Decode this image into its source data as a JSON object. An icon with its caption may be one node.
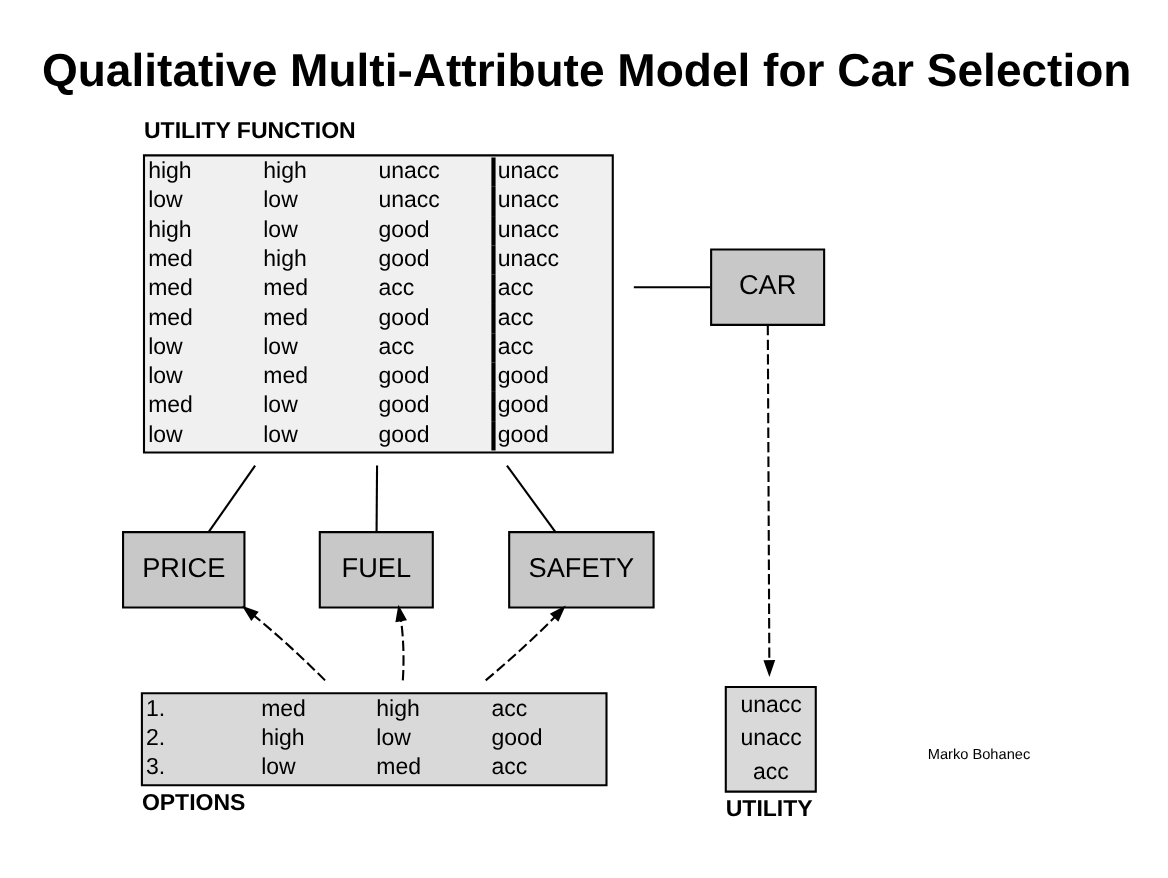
{
  "diagram": {
    "title": "Qualitative Multi-Attribute Model for Car Selection",
    "nodes": [
      {
        "text": [
          "UTILITY FUNCTION",
          "high high unacc unacc",
          "low low unacc unacc",
          "high low good unacc",
          "med high good unacc",
          "med med acc acc",
          "med med good acc",
          "low low acc acc",
          "low med good good",
          "med low good good",
          "low low good good"
        ]
      },
      {
        "text": [
          "CAR"
        ]
      },
      {
        "text": [
          "PRICE"
        ]
      },
      {
        "text": [
          "FUEL"
        ]
      },
      {
        "text": [
          "SAFETY"
        ]
      },
      {
        "text": [
          "1. med high acc",
          "2. high low good",
          "3. low med acc",
          "OPTIONS"
        ]
      },
      {
        "text": [
          "unacc",
          "unacc",
          "acc",
          "UTILITY"
        ]
      }
    ],
    "edges": [
      {
        "from": 0,
        "to": 1,
        "arrow": "none"
      },
      {
        "from": 0,
        "to": 2,
        "arrow": "none"
      },
      {
        "from": 0,
        "to": 3,
        "arrow": "none"
      },
      {
        "from": 0,
        "to": 4,
        "arrow": "none"
      },
      {
        "from": 5,
        "to": 2,
        "arrow": "to",
        "style": "dashed"
      },
      {
        "from": 5,
        "to": 3,
        "arrow": "to",
        "style": "dashed"
      },
      {
        "from": 5,
        "to": 4,
        "arrow": "to",
        "style": "dashed"
      },
      {
        "from": 1,
        "to": 6,
        "arrow": "to",
        "style": "dashed"
      }
    ],
    "labels": [
      "Marko Bohanec"
    ]
  }
}
